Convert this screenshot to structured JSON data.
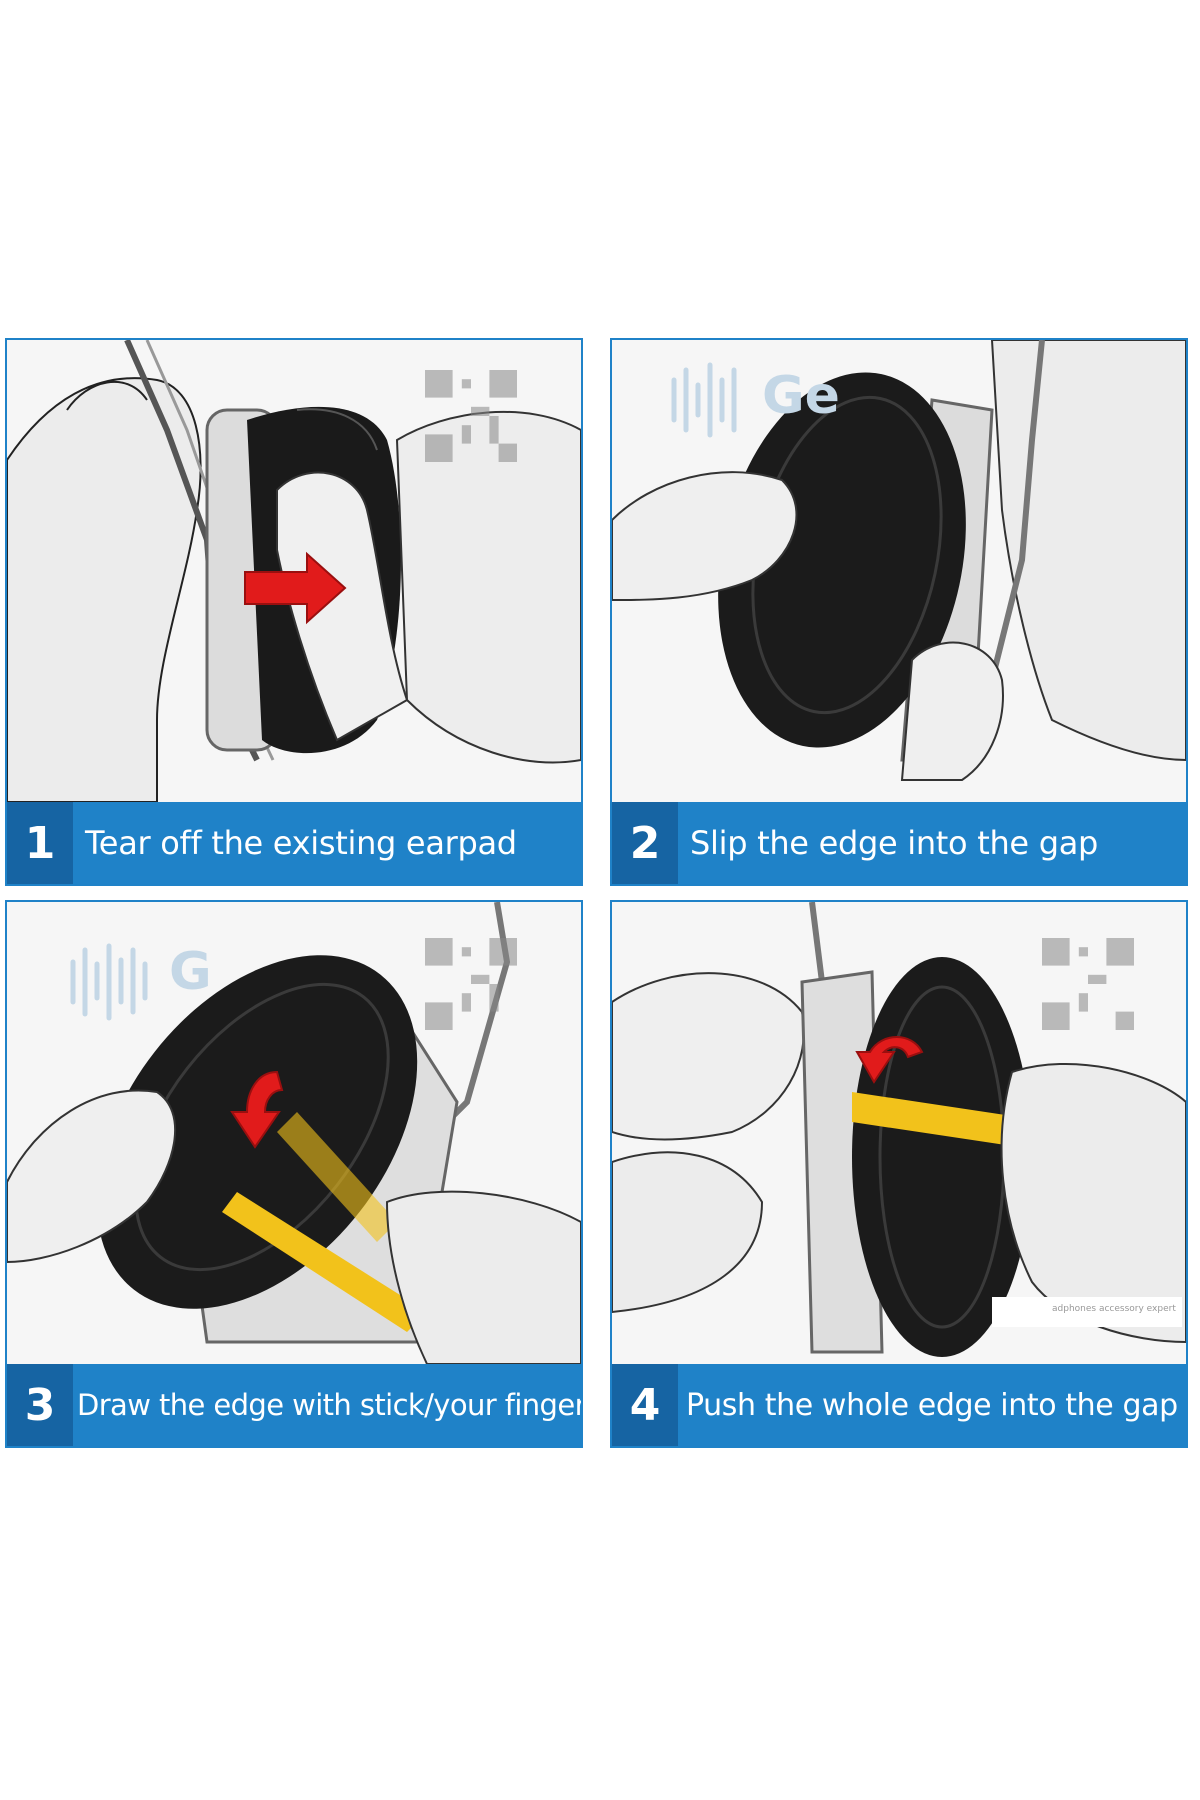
{
  "steps": [
    {
      "number": "1",
      "text": "Tear off the existing earpad",
      "arrow_color": "#e11b1b"
    },
    {
      "number": "2",
      "text": "Slip the edge into the gap"
    },
    {
      "number": "3",
      "text": "Draw the edge with stick/your finger",
      "arrow_color": "#e11b1b",
      "tool_color": "#f2c21b"
    },
    {
      "number": "4",
      "text": "Push  the whole edge into the gap",
      "arrow_color": "#e11b1b",
      "tool_color": "#f2c21b"
    }
  ],
  "watermarks": {
    "brand_fragment_2": "Ge",
    "brand_fragment_3": "G",
    "small_print_4": "adphones accessory expert"
  },
  "colors": {
    "caption_bar": "#1f82c8",
    "step_box": "#1664a3",
    "earpad": "#1a1a1a"
  }
}
